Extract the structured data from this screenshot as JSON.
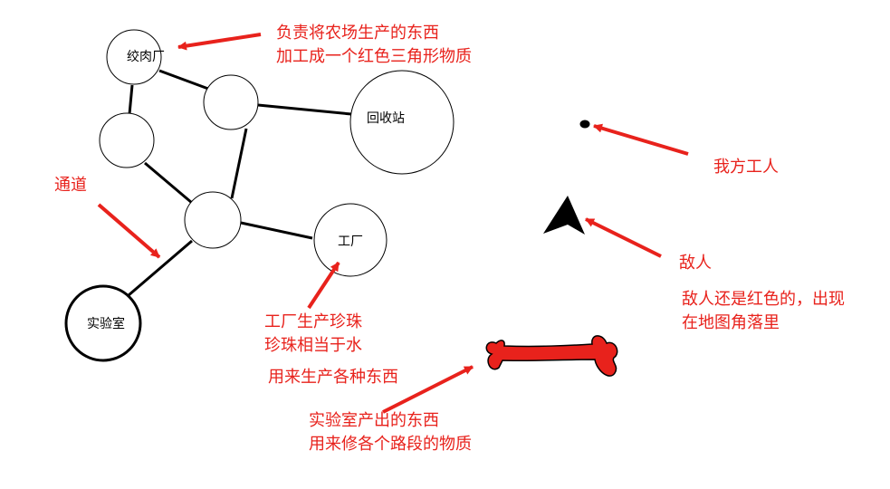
{
  "colors": {
    "annotation": "#e8221c",
    "road": "#000000",
    "node_fill": "#ffffff",
    "enemy": "#000000",
    "material_fill": "#e8221c"
  },
  "nodes": {
    "mincer": "绞肉厂",
    "recycle": "回收站",
    "factory": "工厂",
    "lab": "实验室"
  },
  "notes": {
    "mincer": [
      "负责将农场生产的东西",
      "加工成一个红色三角形物质"
    ],
    "channel": [
      "通道"
    ],
    "worker": [
      "我方工人"
    ],
    "enemy": [
      "敌人"
    ],
    "enemy_detail": [
      "敌人还是红色的，出现",
      "在地图角落里"
    ],
    "factory": [
      "工厂生产珍珠",
      "珍珠相当于水"
    ],
    "factory_use": [
      "用来生产各种东西"
    ],
    "lab": [
      "实验室产出的东西",
      "用来修各个路段的物质"
    ]
  }
}
